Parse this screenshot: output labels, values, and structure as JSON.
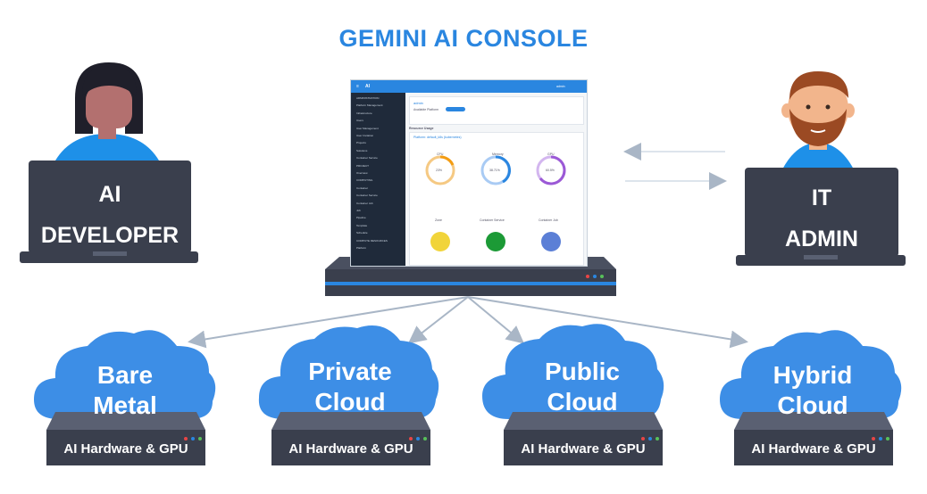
{
  "title": "GEMINI AI CONSOLE",
  "developer": {
    "line1": "AI",
    "line2": "DEVELOPER"
  },
  "admin": {
    "line1": "IT",
    "line2": "ADMIN"
  },
  "clouds": [
    {
      "line1": "Bare",
      "line2": "Metal",
      "hardware": "AI Hardware & GPU"
    },
    {
      "line1": "Private",
      "line2": "Cloud",
      "hardware": "AI Hardware & GPU"
    },
    {
      "line1": "Public",
      "line2": "Cloud",
      "hardware": "AI Hardware & GPU"
    },
    {
      "line1": "Hybrid",
      "line2": "Cloud",
      "hardware": "AI Hardware & GPU"
    }
  ],
  "console": {
    "header_user": "admin",
    "sidebar": [
      "ADMINISTRATION",
      "Platform Management",
      "Infrastructure",
      "Users",
      "User Management",
      "User Invitation",
      "Projects",
      "Solutions",
      "Container Service",
      "PROJECT",
      "Overview",
      "COMPUTING",
      "Container",
      "Container Service",
      "Container Job",
      "Job",
      "Pipeline",
      "Template",
      "Schedule",
      "COMPUTE RESOURCES",
      "Platform"
    ],
    "welcome": "admin",
    "resource_usage": "Resource Usage",
    "platform": "Platform: default_k8s (kubernetes)",
    "gauges": [
      "CPU",
      "Memory",
      "GPU"
    ],
    "gauge_values": [
      "23%",
      "38.71%",
      "60.5%"
    ],
    "zones": [
      "Zone",
      "Container Service",
      "Container Job"
    ]
  },
  "colors": {
    "brand_blue": "#2a86e0",
    "cloud_blue": "#3d8ee6",
    "device_dark": "#3a3f4d",
    "shirt_blue": "#1e90e8",
    "arrow_gray": "#a9b6c6"
  }
}
